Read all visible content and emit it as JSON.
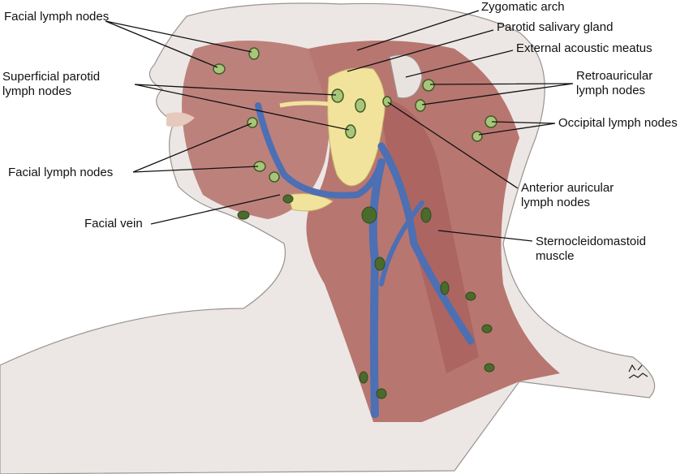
{
  "labels": {
    "facial_nodes_top": "Facial lymph nodes",
    "zygomatic_arch": "Zygomatic arch",
    "parotid_gland": "Parotid salivary gland",
    "acoustic_meatus": "External acoustic meatus",
    "superficial_parotid_1": "Superficial parotid",
    "superficial_parotid_2": "lymph nodes",
    "retroauricular_1": "Retroauricular",
    "retroauricular_2": "lymph nodes",
    "occipital": "Occipital lymph nodes",
    "facial_nodes_mid": "Facial lymph nodes",
    "anterior_auricular_1": "Anterior auricular",
    "anterior_auricular_2": "lymph nodes",
    "facial_vein": "Facial vein",
    "scm_1": "Sternocleidomastoid",
    "scm_2": "muscle"
  },
  "signature": "Pat Thomas",
  "colors": {
    "skin": "#ece7e4",
    "muscle": "#b87670",
    "muscle_dark": "#8e4f4c",
    "gland": "#f1e39b",
    "vein": "#4d6fb3",
    "node": "#a9c57a",
    "node_dark": "#3e5a26",
    "line": "#111111"
  }
}
